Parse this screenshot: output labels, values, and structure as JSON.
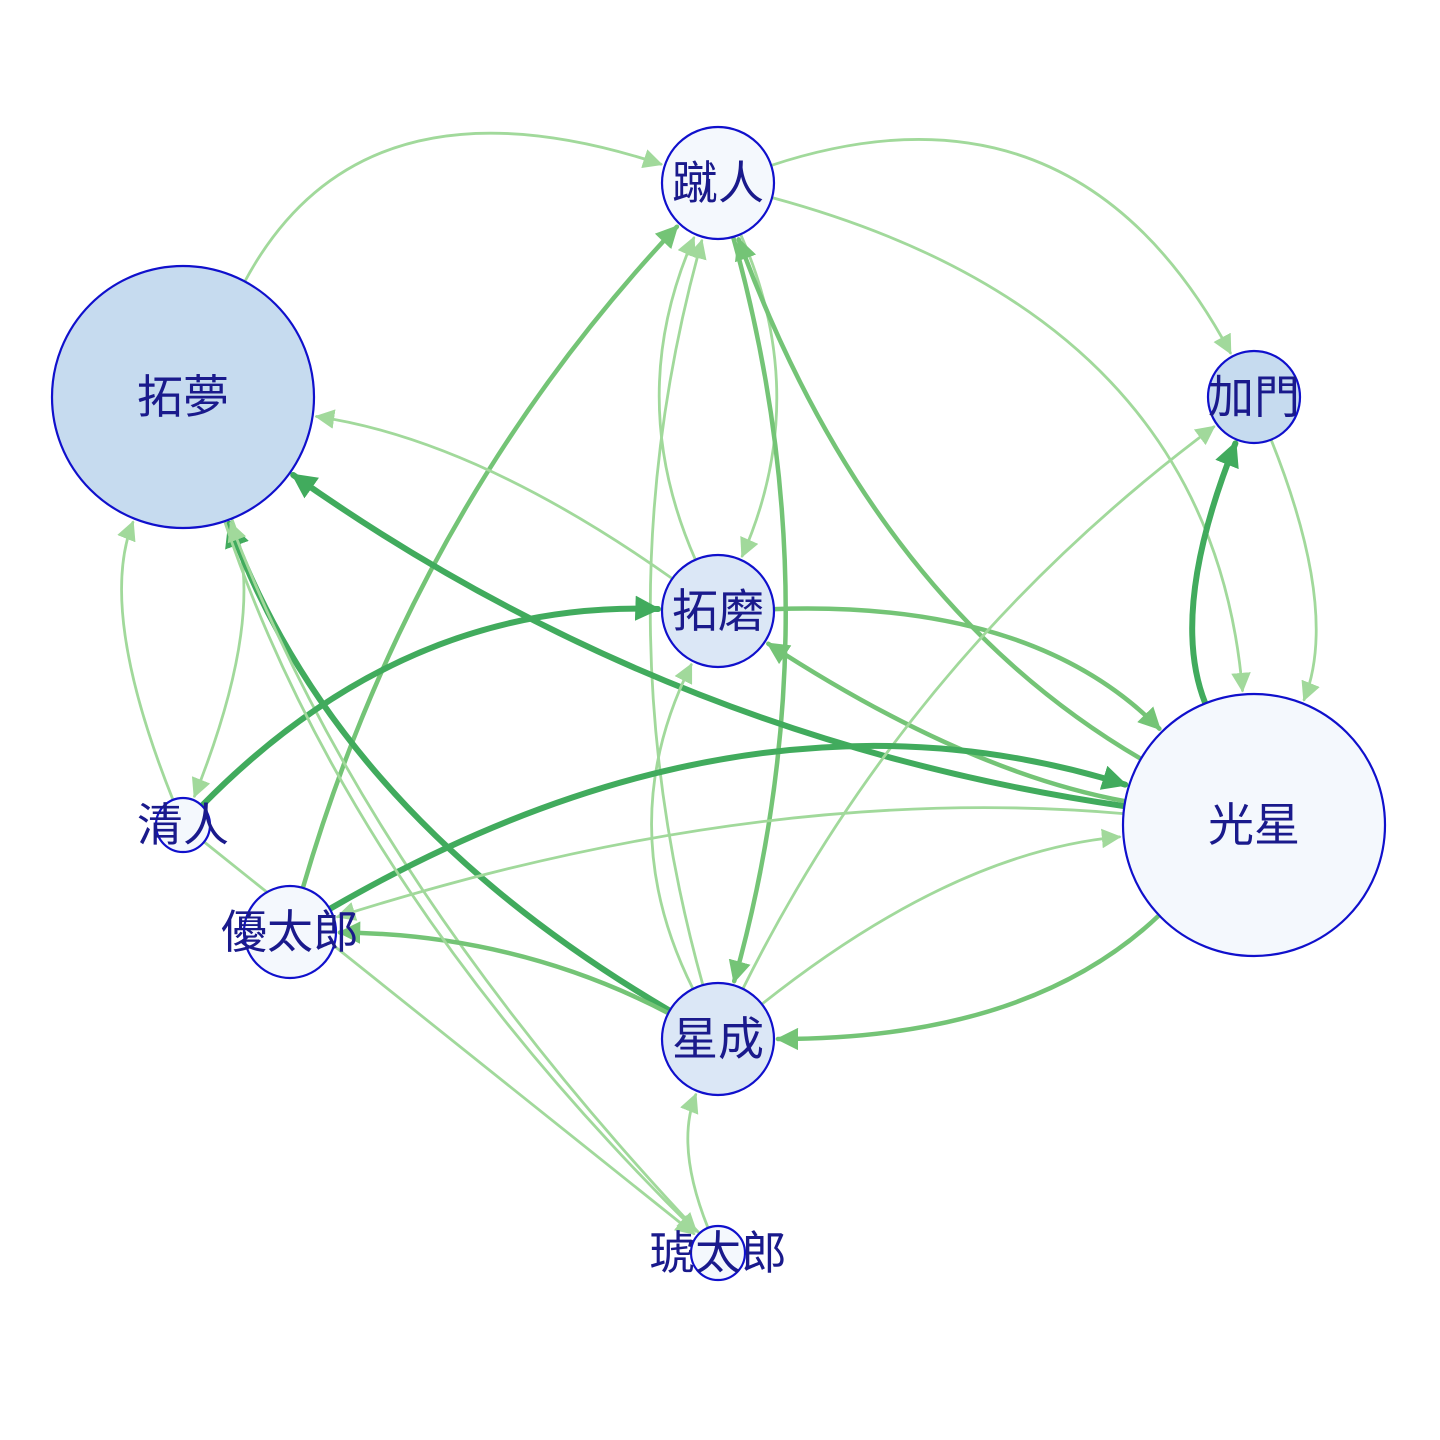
{
  "colors": {
    "node_stroke": "#1010cc",
    "node_fill_dark": "#c6dbef",
    "node_fill_mid": "#dbe7f6",
    "node_fill_light": "#f4f8fd",
    "label": "#1a1a8c",
    "edge_strong": "#41ab5d",
    "edge_mid": "#74c476",
    "edge_weak": "#a1d99b"
  },
  "nodes": [
    {
      "id": "takumu",
      "label": "拓夢",
      "size": "large",
      "fill": "dark"
    },
    {
      "id": "shuto",
      "label": "蹴人",
      "size": "medium",
      "fill": "light"
    },
    {
      "id": "kamon",
      "label": "加門",
      "size": "small",
      "fill": "dark"
    },
    {
      "id": "takuma",
      "label": "拓磨",
      "size": "medium",
      "fill": "mid"
    },
    {
      "id": "kiyoto",
      "label": "清人",
      "size": "tiny",
      "fill": "light"
    },
    {
      "id": "kosei",
      "label": "光星",
      "size": "large",
      "fill": "light"
    },
    {
      "id": "yutaro",
      "label": "優太郎",
      "size": "small",
      "fill": "light"
    },
    {
      "id": "seisei",
      "label": "星成",
      "size": "medium",
      "fill": "mid"
    },
    {
      "id": "kotaro",
      "label": "琥太郎",
      "size": "tiny",
      "fill": "light"
    }
  ],
  "edges": [
    {
      "from": "takumu",
      "to": "shuto",
      "weight": "weak"
    },
    {
      "from": "shuto",
      "to": "kamon",
      "weight": "weak"
    },
    {
      "from": "shuto",
      "to": "kosei",
      "weight": "weak"
    },
    {
      "from": "shuto",
      "to": "takuma",
      "weight": "weak"
    },
    {
      "from": "takuma",
      "to": "shuto",
      "weight": "weak"
    },
    {
      "from": "shuto",
      "to": "seisei",
      "weight": "mid"
    },
    {
      "from": "kosei",
      "to": "shuto",
      "weight": "mid"
    },
    {
      "from": "yutaro",
      "to": "shuto",
      "weight": "mid"
    },
    {
      "from": "seisei",
      "to": "shuto",
      "weight": "weak"
    },
    {
      "from": "kiyoto",
      "to": "takumu",
      "weight": "weak"
    },
    {
      "from": "takumu",
      "to": "kiyoto",
      "weight": "weak"
    },
    {
      "from": "kosei",
      "to": "takumu",
      "weight": "strong"
    },
    {
      "from": "seisei",
      "to": "takumu",
      "weight": "strong"
    },
    {
      "from": "kotaro",
      "to": "takumu",
      "weight": "weak"
    },
    {
      "from": "takuma",
      "to": "takumu",
      "weight": "weak"
    },
    {
      "from": "kiyoto",
      "to": "takuma",
      "weight": "strong"
    },
    {
      "from": "takuma",
      "to": "kosei",
      "weight": "mid"
    },
    {
      "from": "kosei",
      "to": "takuma",
      "weight": "mid"
    },
    {
      "from": "seisei",
      "to": "takuma",
      "weight": "weak"
    },
    {
      "from": "kosei",
      "to": "kamon",
      "weight": "strong"
    },
    {
      "from": "kamon",
      "to": "kosei",
      "weight": "weak"
    },
    {
      "from": "seisei",
      "to": "kamon",
      "weight": "weak"
    },
    {
      "from": "yutaro",
      "to": "kosei",
      "weight": "strong"
    },
    {
      "from": "kosei",
      "to": "seisei",
      "weight": "mid"
    },
    {
      "from": "seisei",
      "to": "kosei",
      "weight": "weak"
    },
    {
      "from": "seisei",
      "to": "yutaro",
      "weight": "mid"
    },
    {
      "from": "kosei",
      "to": "yutaro",
      "weight": "weak"
    },
    {
      "from": "kotaro",
      "to": "seisei",
      "weight": "weak"
    },
    {
      "from": "kiyoto",
      "to": "kotaro",
      "weight": "weak"
    },
    {
      "from": "takumu",
      "to": "kotaro",
      "weight": "weak"
    }
  ]
}
